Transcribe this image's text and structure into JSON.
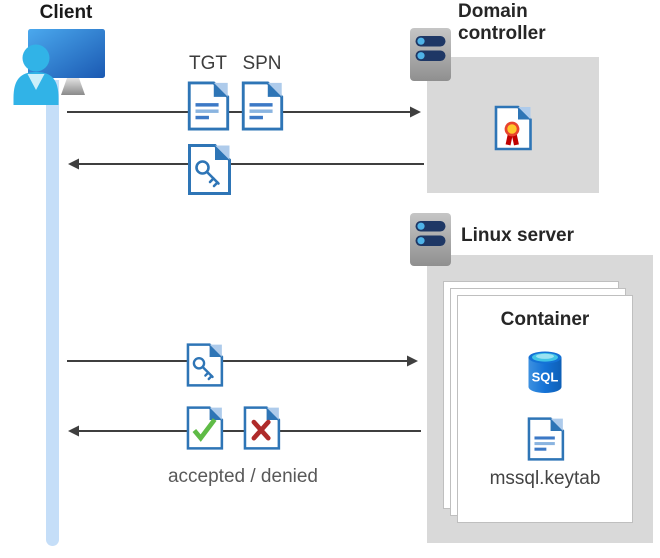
{
  "client": {
    "label": "Client"
  },
  "domain_controller": {
    "label": "Domain controller"
  },
  "linux_server": {
    "label": "Linux server"
  },
  "container": {
    "label": "Container",
    "sql_label": "SQL",
    "keytab_label": "mssql.keytab"
  },
  "flow": {
    "tgt_label": "TGT",
    "spn_label": "SPN",
    "result_label": "accepted / denied"
  },
  "icons": {
    "client": "person-at-monitor-icon",
    "server": "server-icon",
    "tgt": "document-icon",
    "spn": "document-icon",
    "service_ticket": "key-document-icon",
    "certificate": "certificate-document-icon",
    "accepted": "check-document-icon",
    "denied": "cross-document-icon",
    "sql_database": "sql-database-icon",
    "keytab": "document-icon"
  },
  "colors": {
    "document_blue": "#2E75B6",
    "fold_light_blue": "#AECBEB",
    "doc_line_dark": "#3C79C6",
    "doc_line_light": "#8AB4E0",
    "accent_cyan": "#31B3E7",
    "timeline_blue": "#C5DEF8",
    "box_gray": "#D9D9D9",
    "arrow_gray": "#3F3F3F",
    "check_green": "#5FBB46",
    "cross_red": "#AF2B2A",
    "cert_ring_red": "#E8432D",
    "cert_center_yellow": "#FFC72C",
    "cert_ribbon_red": "#C00000",
    "sql_body_blue": "#1472D6",
    "sql_top_cyan": "#40C4E6",
    "server_bar_navy": "#1E3765",
    "server_dot_blue": "#4FB3E8"
  }
}
